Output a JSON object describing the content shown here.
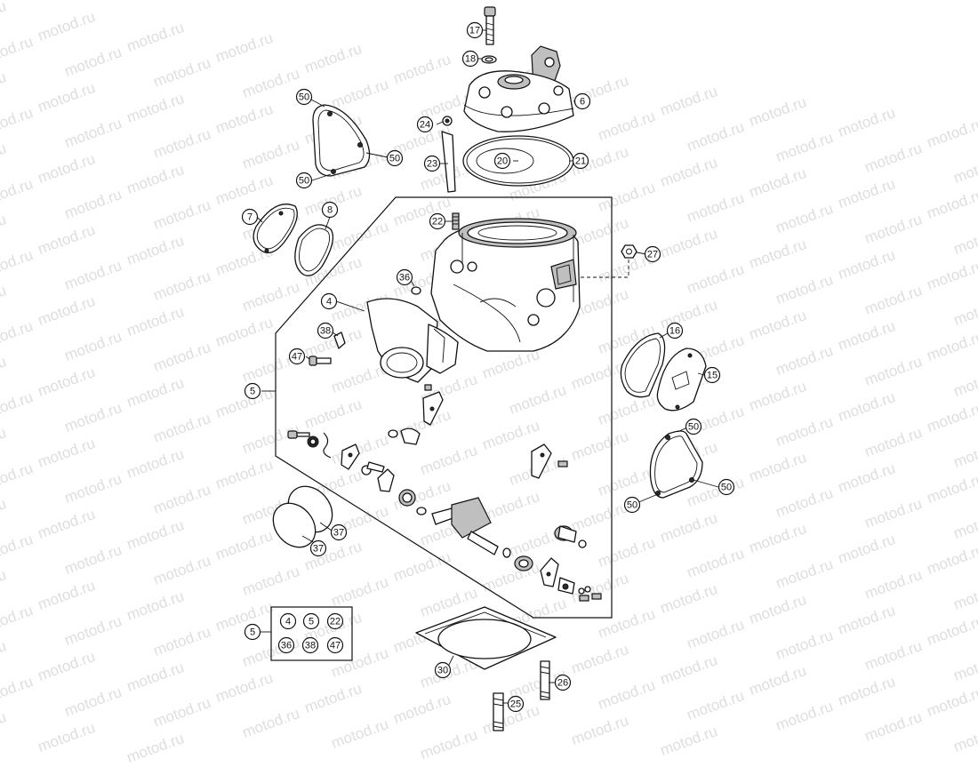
{
  "watermark": {
    "text": "motod.ru"
  },
  "callouts": [
    {
      "id": "c17",
      "label": "17"
    },
    {
      "id": "c18",
      "label": "18"
    },
    {
      "id": "c6",
      "label": "6"
    },
    {
      "id": "c24",
      "label": "24"
    },
    {
      "id": "c23",
      "label": "23"
    },
    {
      "id": "c20",
      "label": "20"
    },
    {
      "id": "c21",
      "label": "21"
    },
    {
      "id": "c50a",
      "label": "50"
    },
    {
      "id": "c50b",
      "label": "50"
    },
    {
      "id": "c50c",
      "label": "50"
    },
    {
      "id": "c7",
      "label": "7"
    },
    {
      "id": "c8",
      "label": "8"
    },
    {
      "id": "c22",
      "label": "22"
    },
    {
      "id": "c27",
      "label": "27"
    },
    {
      "id": "c36",
      "label": "36"
    },
    {
      "id": "c4",
      "label": "4"
    },
    {
      "id": "c38",
      "label": "38"
    },
    {
      "id": "c47",
      "label": "47"
    },
    {
      "id": "c5a",
      "label": "5"
    },
    {
      "id": "c16",
      "label": "16"
    },
    {
      "id": "c15",
      "label": "15"
    },
    {
      "id": "c50d",
      "label": "50"
    },
    {
      "id": "c50e",
      "label": "50"
    },
    {
      "id": "c50f",
      "label": "50"
    },
    {
      "id": "c37a",
      "label": "37"
    },
    {
      "id": "c37b",
      "label": "37"
    },
    {
      "id": "c5b",
      "label": "5"
    },
    {
      "id": "k4",
      "label": "4"
    },
    {
      "id": "k5",
      "label": "5"
    },
    {
      "id": "k22",
      "label": "22"
    },
    {
      "id": "k36",
      "label": "36"
    },
    {
      "id": "k38",
      "label": "38"
    },
    {
      "id": "k47",
      "label": "47"
    },
    {
      "id": "c30",
      "label": "30"
    },
    {
      "id": "c26",
      "label": "26"
    },
    {
      "id": "c25",
      "label": "25"
    }
  ]
}
